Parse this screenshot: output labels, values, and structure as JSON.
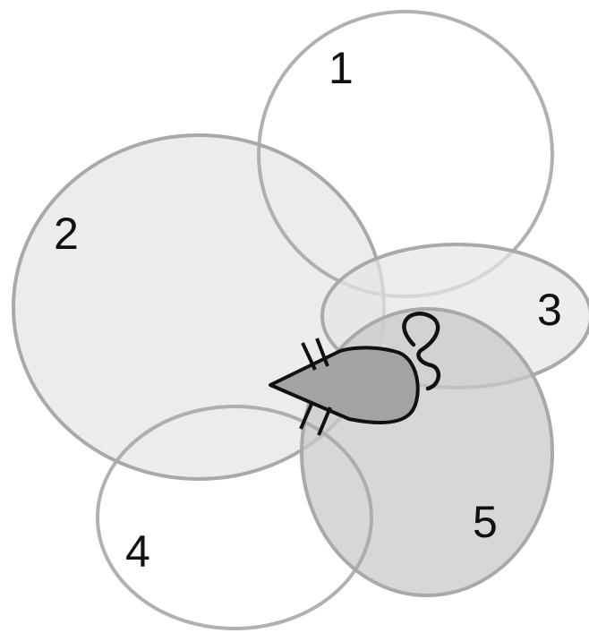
{
  "diagram": {
    "regions": [
      {
        "id": "1",
        "label": "1"
      },
      {
        "id": "2",
        "label": "2"
      },
      {
        "id": "3",
        "label": "3"
      },
      {
        "id": "4",
        "label": "4"
      },
      {
        "id": "5",
        "label": "5"
      }
    ],
    "colors": {
      "outline": "#a9a9a9",
      "fill_light": "#eaebed",
      "fill_dark": "#cfd0d1",
      "mouse_body": "#a2a4a3",
      "mouse_outline": "#111111"
    },
    "icons": [
      "mouse-icon"
    ]
  }
}
